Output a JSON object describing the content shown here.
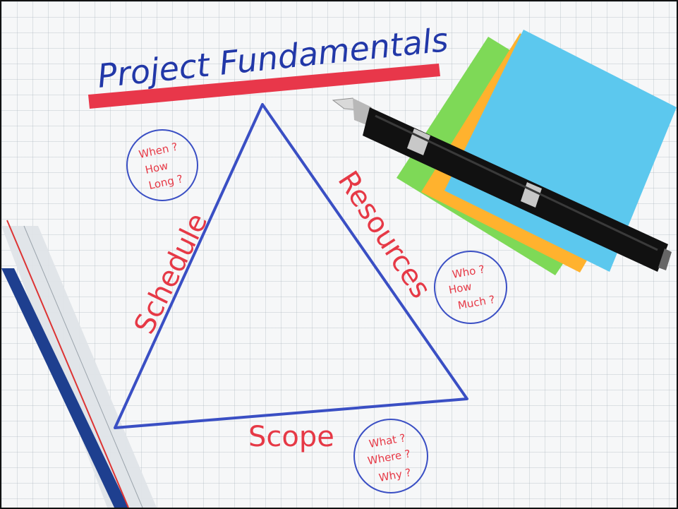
{
  "title": "Project Fundamentals",
  "sides": {
    "left": "Schedule",
    "right": "Resources",
    "bottom": "Scope"
  },
  "circles": {
    "schedule": [
      "When ?",
      "How",
      "Long ?"
    ],
    "resources": [
      "Who ?",
      "How",
      "Much ?"
    ],
    "scope": [
      "What ?",
      "Where ?",
      "Why ?"
    ]
  },
  "colors": {
    "title_ink": "#2238a8",
    "underline": "#e8374a",
    "triangle_ink": "#3a4fc4",
    "label_ink": "#e63946",
    "sticky_green": "#7ed957",
    "sticky_orange": "#ffb22e",
    "sticky_blue": "#5cc8ee"
  }
}
